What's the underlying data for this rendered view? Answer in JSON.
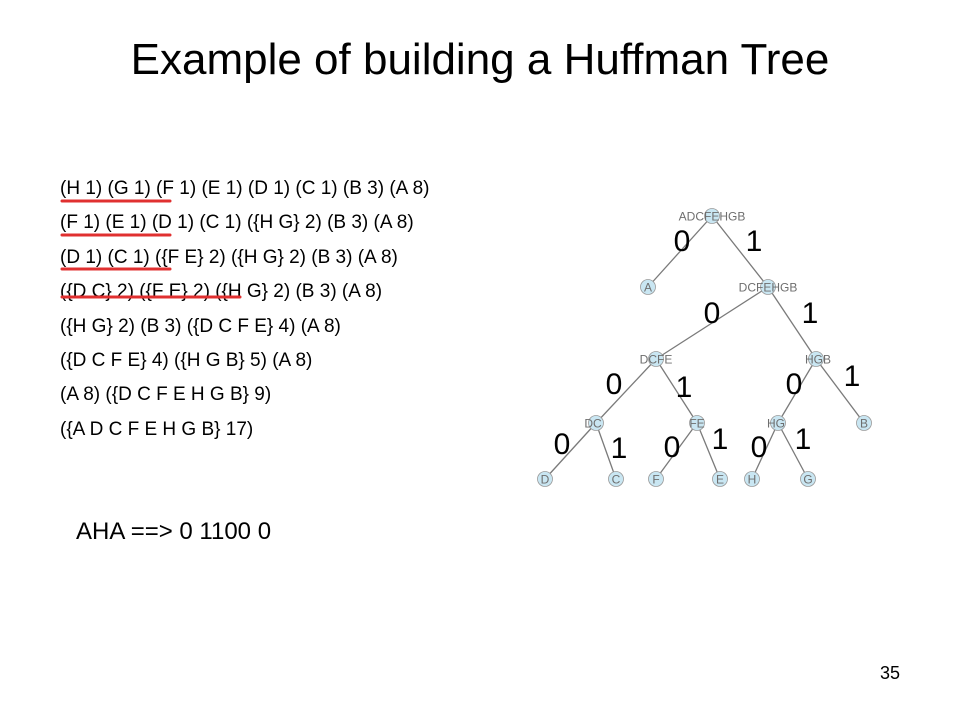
{
  "slide": {
    "title": "Example of building a Huffman Tree",
    "page_number": "35",
    "aha": "AHA ==> 0 1100 0"
  },
  "steps": [
    "(H 1) (G 1) (F 1) (E 1) (D 1) (C 1) (B 3) (A 8)",
    "(F 1) (E 1) (D 1) (C 1) ({H G} 2) (B 3) (A 8)",
    "(D 1) (C 1) ({F E} 2) ({H G} 2) (B 3) (A 8)",
    "({D C} 2) ({F E} 2) ({H G} 2) (B 3) (A 8)",
    "({H G} 2) (B 3) ({D C F E} 4) (A 8)",
    "({D C F E} 4) ({H G B} 5) (A 8)",
    "(A 8) ({D C F E H G B} 9)",
    "({A D C F E H G B} 17)"
  ],
  "colors": {
    "underline": "#e03030",
    "node_fill": "#c9e6f2",
    "node_label": "#6e6e6e"
  },
  "tree": {
    "nodes": [
      {
        "id": "root",
        "label": "ADCFEHGB"
      },
      {
        "id": "A",
        "label": "A"
      },
      {
        "id": "dcfehgb",
        "label": "DCFEHGB"
      },
      {
        "id": "dcfe",
        "label": "DCFE"
      },
      {
        "id": "hgb",
        "label": "HGB"
      },
      {
        "id": "dc",
        "label": "DC"
      },
      {
        "id": "fe",
        "label": "FE"
      },
      {
        "id": "hg",
        "label": "HG"
      },
      {
        "id": "B",
        "label": "B"
      },
      {
        "id": "D",
        "label": "D"
      },
      {
        "id": "C",
        "label": "C"
      },
      {
        "id": "F",
        "label": "F"
      },
      {
        "id": "E",
        "label": "E"
      },
      {
        "id": "H",
        "label": "H"
      },
      {
        "id": "G",
        "label": "G"
      }
    ],
    "edges": [
      {
        "from": "root",
        "to": "A",
        "bit": "0"
      },
      {
        "from": "root",
        "to": "dcfehgb",
        "bit": "1"
      },
      {
        "from": "dcfehgb",
        "to": "dcfe",
        "bit": "0"
      },
      {
        "from": "dcfehgb",
        "to": "hgb",
        "bit": "1"
      },
      {
        "from": "dcfe",
        "to": "dc",
        "bit": "0"
      },
      {
        "from": "dcfe",
        "to": "fe",
        "bit": "1"
      },
      {
        "from": "hgb",
        "to": "hg",
        "bit": "0"
      },
      {
        "from": "hgb",
        "to": "B",
        "bit": "1"
      },
      {
        "from": "dc",
        "to": "D",
        "bit": "0"
      },
      {
        "from": "dc",
        "to": "C",
        "bit": "1"
      },
      {
        "from": "fe",
        "to": "F",
        "bit": "0"
      },
      {
        "from": "fe",
        "to": "E",
        "bit": "1"
      },
      {
        "from": "hg",
        "to": "H",
        "bit": "0"
      },
      {
        "from": "hg",
        "to": "G",
        "bit": "1"
      }
    ]
  }
}
